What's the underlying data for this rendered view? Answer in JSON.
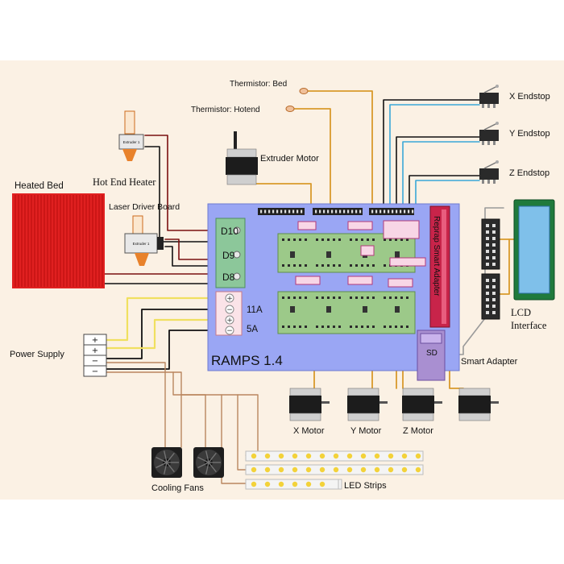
{
  "board": {
    "title": "RAMPS 1.4",
    "adapter_label": "Reprap Smart Adapter",
    "sd_label": "SD",
    "terminals": {
      "d10": "D10",
      "d9": "D9",
      "d8": "D8",
      "current_11a": "11A",
      "current_5a": "5A"
    },
    "terminal_symbols": [
      "+",
      "−",
      "+",
      "−"
    ]
  },
  "labels": {
    "heated_bed": "Heated Bed",
    "hot_end_heater": "Hot End Heater",
    "laser_driver_board": "Laser Driver Board",
    "extruder_tag": "Extruder 1",
    "thermistor_bed": "Thermistor: Bed",
    "thermistor_hotend": "Thermistor: Hotend",
    "extruder_motor": "Extruder Motor",
    "x_endstop": "X Endstop",
    "y_endstop": "Y Endstop",
    "z_endstop": "Z Endstop",
    "lcd_interface_line1": "LCD",
    "lcd_interface_line2": "Interface",
    "smart_adapter": "Smart Adapter",
    "power_supply": "Power Supply",
    "x_motor": "X Motor",
    "y_motor": "Y Motor",
    "z_motor": "Z Motor",
    "cooling_fans": "Cooling Fans",
    "led_strips": "LED Strips"
  },
  "power_supply_symbols": [
    "+",
    "+",
    "−",
    "−"
  ],
  "colors": {
    "background": "#fbf1e4",
    "board": "#9aa6f4",
    "heated_bed": "#e02020",
    "terminal_green": "#8cc79a",
    "driver_green": "#9cc989",
    "adapter_red": "#c8244a",
    "sd_purple": "#a98fd1",
    "wire_orange": "#d99a2b",
    "wire_yellow": "#f0e060",
    "wire_brown": "#b9865e",
    "wire_cyan": "#3aa8d8",
    "wire_dark_red": "#7a1010",
    "lcd_screen": "#7fc0ea"
  }
}
